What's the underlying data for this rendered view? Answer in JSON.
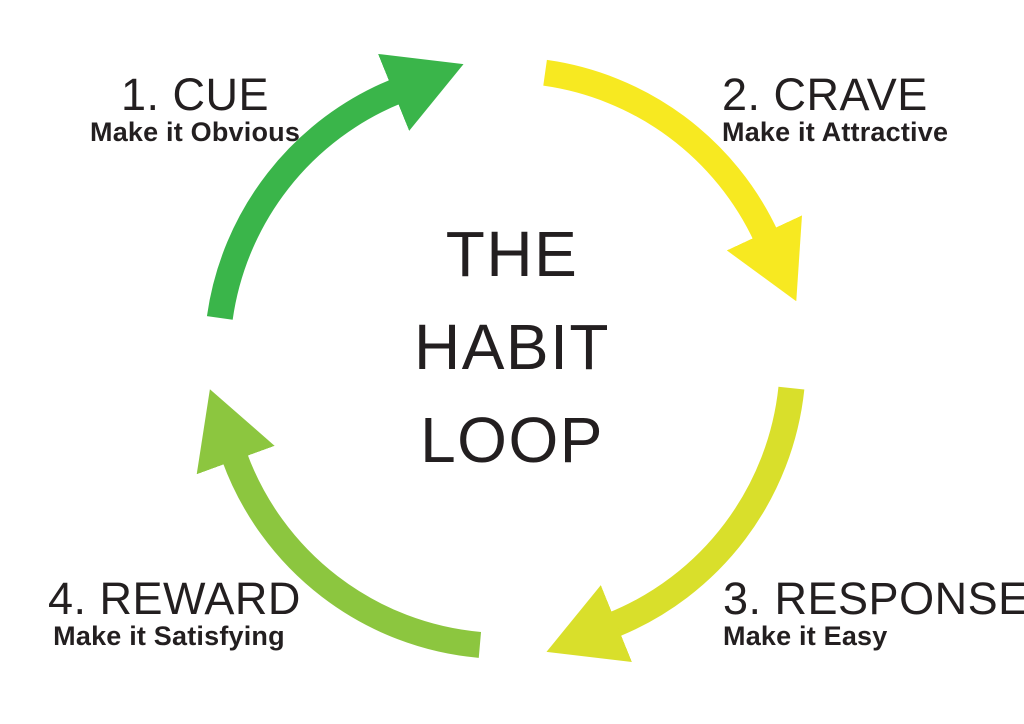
{
  "title": {
    "lines": [
      "THE",
      "HABIT",
      "LOOP"
    ]
  },
  "steps": [
    {
      "number": "1.",
      "name": "CUE",
      "subtitle": "Make it Obvious",
      "arrow_color": "#3ab54a",
      "position": "top-left"
    },
    {
      "number": "2.",
      "name": "CRAVE",
      "subtitle": "Make it Attractive",
      "arrow_color": "#f7e921",
      "position": "top-right"
    },
    {
      "number": "3.",
      "name": "RESPONSE",
      "subtitle": "Make it Easy",
      "arrow_color": "#d9df2b",
      "position": "bottom-right"
    },
    {
      "number": "4.",
      "name": "REWARD",
      "subtitle": "Make it Satisfying",
      "arrow_color": "#8cc63f",
      "position": "bottom-left"
    }
  ],
  "colors": {
    "background": "#ffffff",
    "text": "#231f20"
  }
}
